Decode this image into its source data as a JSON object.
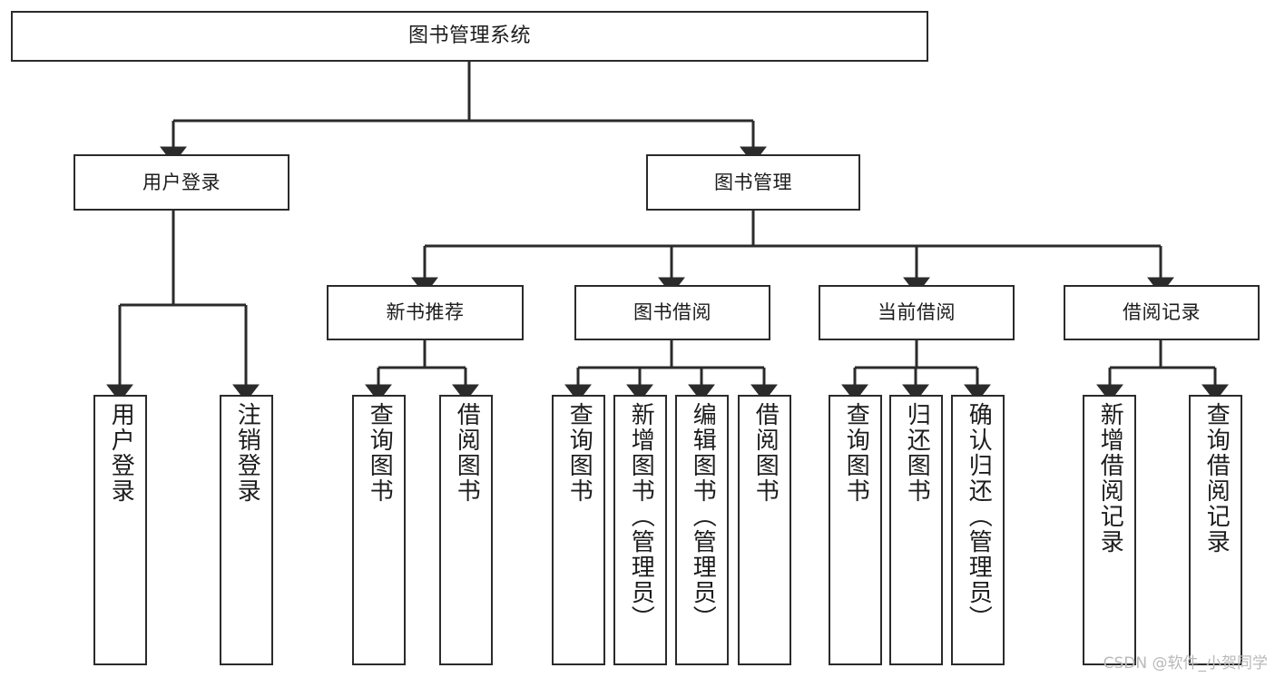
{
  "diagram": {
    "title": "图书管理系统",
    "type": "tree-hierarchy",
    "watermark": "CSDN @软件_小贺同学",
    "colors": {
      "box_border": "#2b2b2b",
      "box_fill": "#ffffff",
      "connector": "#2b2b2b",
      "text": "#1c1c1c",
      "watermark": "#b9b9b9",
      "background": "#ffffff"
    },
    "levels": {
      "level1": "图书管理系统",
      "level2": [
        "用户登录",
        "图书管理"
      ],
      "level3": [
        "新书推荐",
        "图书借阅",
        "当前借阅",
        "借阅记录"
      ]
    },
    "nodes": {
      "root": {
        "label": "图书管理系统"
      },
      "level2": [
        {
          "label": "用户登录"
        },
        {
          "label": "图书管理"
        }
      ],
      "level3": [
        {
          "label": "新书推荐"
        },
        {
          "label": "图书借阅"
        },
        {
          "label": "当前借阅"
        },
        {
          "label": "借阅记录"
        }
      ],
      "leaves": {
        "user_login": [
          {
            "label": "用户登录"
          },
          {
            "label": "注销登录"
          }
        ],
        "new_book_recommend": [
          {
            "label": "查询图书"
          },
          {
            "label": "借阅图书"
          }
        ],
        "book_borrow": [
          {
            "label": "查询图书"
          },
          {
            "label": "新增图书（管理员）"
          },
          {
            "label": "编辑图书（管理员）"
          },
          {
            "label": "借阅图书"
          }
        ],
        "current_borrow": [
          {
            "label": "查询图书"
          },
          {
            "label": "归还图书"
          },
          {
            "label": "确认归还（管理员）"
          }
        ],
        "borrow_record": [
          {
            "label": "新增借阅记录"
          },
          {
            "label": "查询借阅记录"
          }
        ]
      }
    }
  }
}
